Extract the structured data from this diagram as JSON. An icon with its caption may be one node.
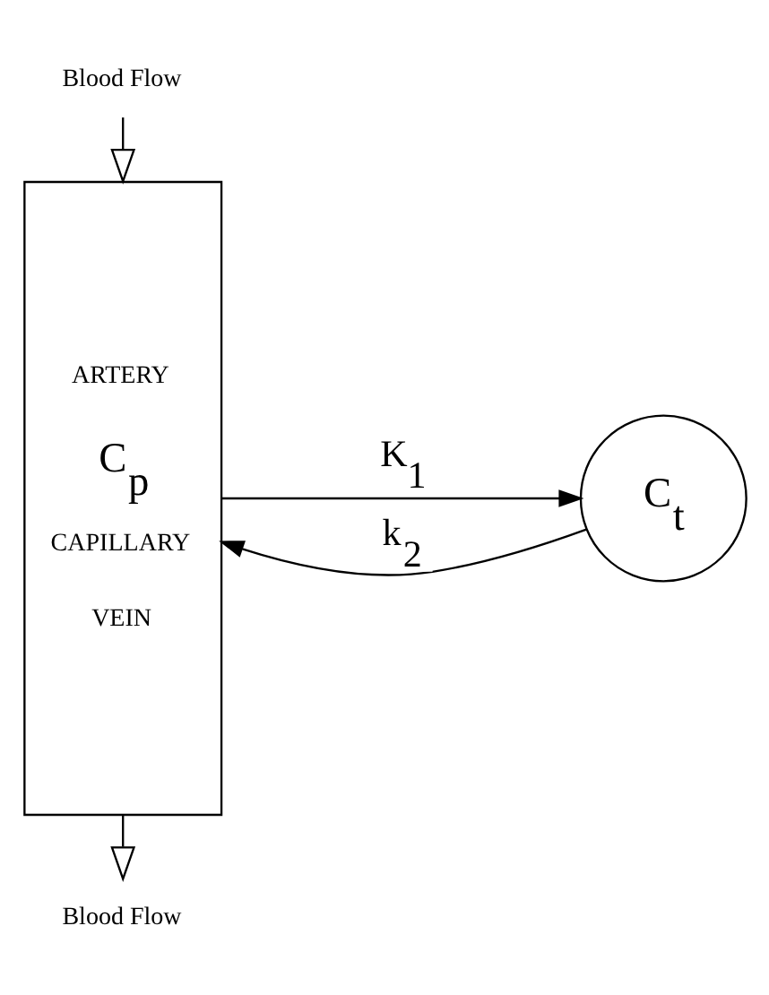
{
  "diagram": {
    "nodes": [
      {
        "text": [
          "Blood Flow"
        ]
      },
      {
        "text": [
          "ARTERY",
          "C$_{p}$",
          "CAPILLARY",
          "VEIN"
        ]
      },
      {
        "text": [
          "C$_{t}$"
        ]
      },
      {
        "text": [
          "Blood Flow"
        ]
      }
    ],
    "edges": [
      {
        "from": 0,
        "to": 1,
        "arrow": "to"
      },
      {
        "from": 1,
        "to": 2,
        "arrow": "to",
        "label": "K$_{1}$"
      },
      {
        "from": 2,
        "to": 1,
        "arrow": "to",
        "label": "k$_{2}$"
      },
      {
        "from": 1,
        "to": 3,
        "arrow": "to"
      }
    ]
  }
}
